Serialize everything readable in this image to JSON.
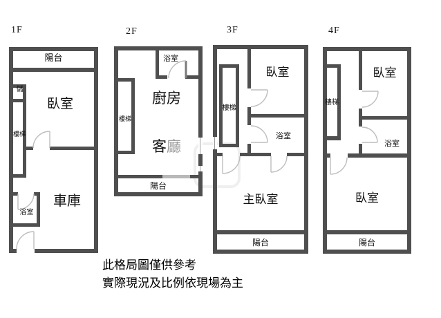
{
  "floors": [
    {
      "label": "1F",
      "rooms": {
        "balcony": "陽台",
        "storage": "儲",
        "bedroom": "臥室",
        "stairs": "樓梯",
        "bathroom": "浴室",
        "garage": "車庫"
      }
    },
    {
      "label": "2F",
      "rooms": {
        "bathroom": "浴室",
        "kitchen": "廚房",
        "stairs": "樓梯",
        "living_first": "客",
        "living_second": "廳",
        "balcony": "陽台"
      }
    },
    {
      "label": "3F",
      "rooms": {
        "bedroom": "臥室",
        "stairs": "樓梯",
        "bathroom": "浴室",
        "master_bedroom": "主臥室",
        "balcony": "陽台"
      }
    },
    {
      "label": "4F",
      "rooms": {
        "bedroom_upper": "臥室",
        "stairs": "樓梯",
        "bathroom": "浴室",
        "bedroom_lower": "臥室",
        "balcony": "陽台"
      }
    }
  ],
  "disclaimer": {
    "line1": "此格局圖僅供參考",
    "line2": "實際現況及比例依現場為主"
  },
  "colors": {
    "wall": "#4f4f4f",
    "door_arc": "#bdbdbd",
    "text": "#111111"
  }
}
